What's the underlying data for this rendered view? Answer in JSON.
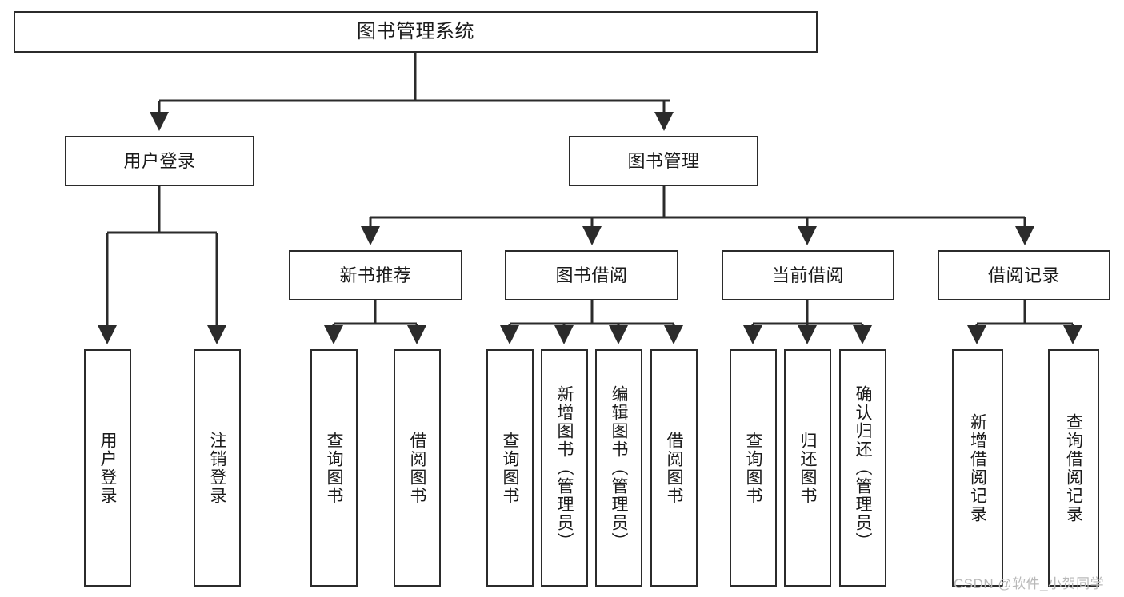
{
  "diagram": {
    "title": "图书管理系统",
    "type": "tree-hierarchy",
    "watermark": "CSDN @软件_小贺同学",
    "colors": {
      "box_border": "#2b2b2b",
      "box_fill": "#ffffff",
      "connector": "#2b2b2b",
      "text": "#1a1a1a",
      "watermark": "#b9b9b9",
      "background": "#ffffff"
    },
    "nodes": {
      "root": {
        "label": "图书管理系统"
      },
      "level2": [
        {
          "label": "用户登录"
        },
        {
          "label": "图书管理"
        }
      ],
      "level3": [
        {
          "label": "新书推荐"
        },
        {
          "label": "图书借阅"
        },
        {
          "label": "当前借阅"
        },
        {
          "label": "借阅记录"
        }
      ],
      "leaves": {
        "user_login": [
          {
            "label": "用户登录"
          },
          {
            "label": "注销登录"
          }
        ],
        "new_book": [
          {
            "label": "查询图书"
          },
          {
            "label": "借阅图书"
          }
        ],
        "book_borrow": [
          {
            "label": "查询图书"
          },
          {
            "label": "新增图书（管理员）"
          },
          {
            "label": "编辑图书（管理员）"
          },
          {
            "label": "借阅图书"
          }
        ],
        "current_borrow": [
          {
            "label": "查询图书"
          },
          {
            "label": "归还图书"
          },
          {
            "label": "确认归还（管理员）"
          }
        ],
        "borrow_record": [
          {
            "label": "新增借阅记录"
          },
          {
            "label": "查询借阅记录"
          }
        ]
      }
    }
  }
}
